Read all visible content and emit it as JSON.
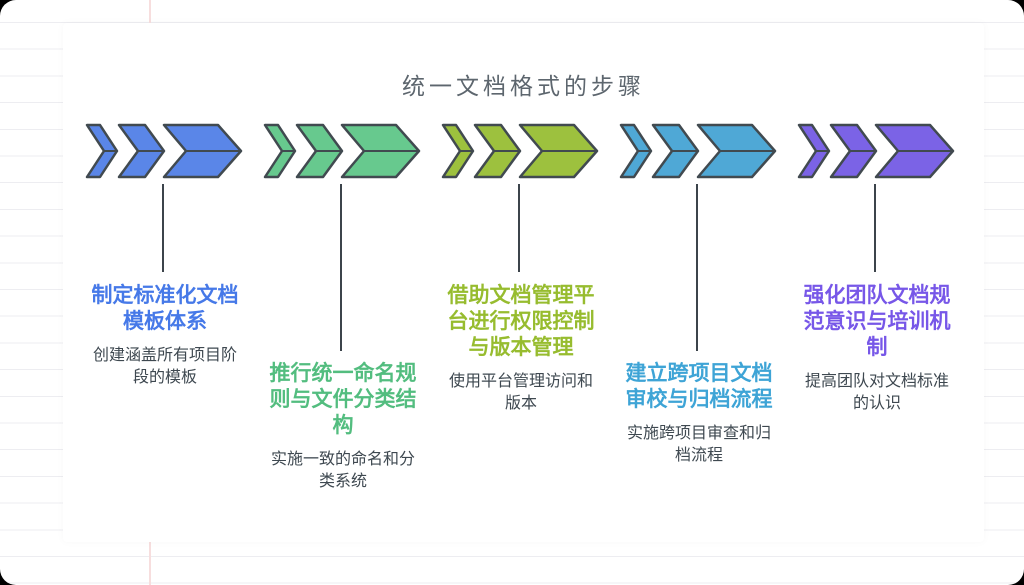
{
  "title": "统一文档格式的步骤",
  "palette": {
    "outline": "#414a50",
    "connector": "#3c444b",
    "title_text": "#5d666e",
    "desc_text": "#3e4850",
    "margin_line": "#f7dede",
    "card_bg": "#ffffff"
  },
  "steps": [
    {
      "title": "制定标准化文档\n模板体系",
      "desc": "创建涵盖所有项目阶\n段的模板",
      "fill": "#5a86e8",
      "text_color": "#4679e8",
      "offset": "high"
    },
    {
      "title": "推行统一命名规\n则与文件分类结\n构",
      "desc": "实施一致的命名和分\n类系统",
      "fill": "#67c98e",
      "text_color": "#53bd7f",
      "offset": "low"
    },
    {
      "title": "借助文档管理平\n台进行权限控制\n与版本管理",
      "desc": "使用平台管理访问和\n版本",
      "fill": "#9dc13e",
      "text_color": "#97bc2f",
      "offset": "high"
    },
    {
      "title": "建立跨项目文档\n审校与归档流程",
      "desc": "实施跨项目审查和归\n档流程",
      "fill": "#4fa8d6",
      "text_color": "#3ea4d6",
      "offset": "low"
    },
    {
      "title": "强化团队文档规\n范意识与培训机\n制",
      "desc": "提高团队对文档标准\n的认识",
      "fill": "#7b63e6",
      "text_color": "#7757e8",
      "offset": "high"
    }
  ]
}
